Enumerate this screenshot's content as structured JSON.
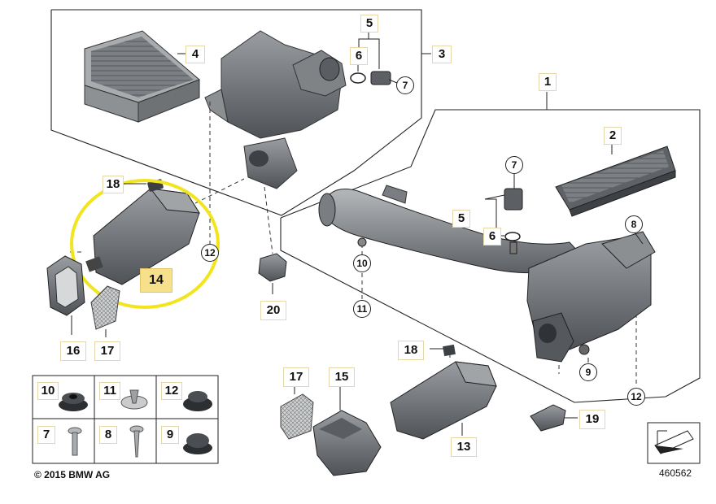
{
  "callouts": {
    "c1": "1",
    "c2": "2",
    "c3": "3",
    "c4": "4",
    "c5a": "5",
    "c5b": "5",
    "c6a": "6",
    "c6b": "6",
    "c7a": "7",
    "c7b": "7",
    "c8": "8",
    "c9": "9",
    "c10": "10",
    "c11": "11",
    "c12a": "12",
    "c12b": "12",
    "c13": "13",
    "c14": "14",
    "c15": "15",
    "c16": "16",
    "c17a": "17",
    "c17b": "17",
    "c18a": "18",
    "c18b": "18",
    "c19": "19",
    "c20": "20"
  },
  "legend": {
    "cells": [
      {
        "num": "10",
        "icon": "rubber-grommet-icon"
      },
      {
        "num": "11",
        "icon": "expanding-rivet-icon"
      },
      {
        "num": "12",
        "icon": "rubber-mount-icon"
      },
      {
        "num": "7",
        "icon": "screw-icon"
      },
      {
        "num": "8",
        "icon": "wood-screw-icon"
      },
      {
        "num": "9",
        "icon": "rubber-bushing-icon"
      }
    ]
  },
  "footer": {
    "copyright": "© 2015 BMW AG",
    "diagram_number": "460562"
  },
  "colors": {
    "highlight_ring": "#f2e41d",
    "highlight_label": "#f7e08c",
    "part_gray": "#6b6f73",
    "part_dark": "#3e4246",
    "line": "#222222"
  }
}
